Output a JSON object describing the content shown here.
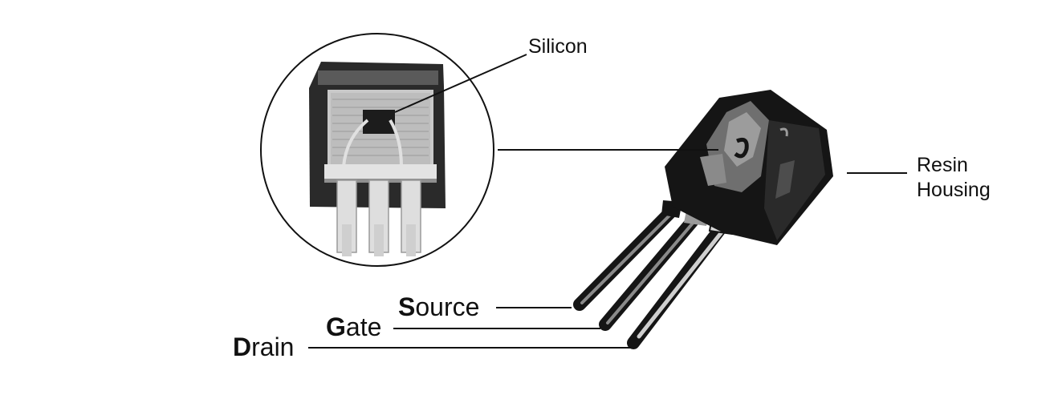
{
  "labels": {
    "silicon": "Silicon",
    "resin_line1": "Resin",
    "resin_line2": "Housing",
    "source_initial": "S",
    "source_rest": "ource",
    "gate_initial": "G",
    "gate_rest": "ate",
    "drain_initial": "D",
    "drain_rest": "rain"
  },
  "colors": {
    "background": "#ffffff",
    "line": "#111111",
    "body_dark": "#151515",
    "highlight_gray": "#8a8a8a",
    "pin_light": "#d8d8d8"
  }
}
